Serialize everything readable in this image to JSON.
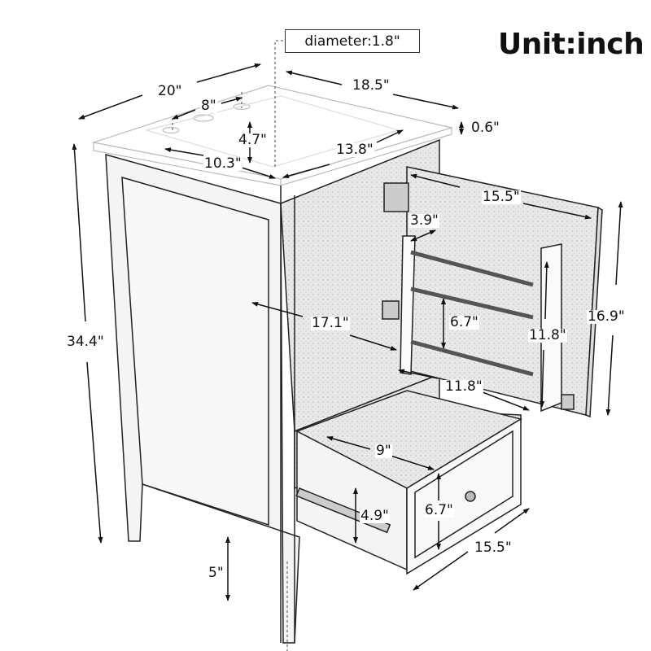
{
  "title": "Unit:inch",
  "product": "bathroom vanity with sink, door and drawer",
  "callout": {
    "text": "diameter:1.8\""
  },
  "dimensions": {
    "top_width": "20\"",
    "faucet_spacing": "8\"",
    "top_depth": "18.5\"",
    "top_thickness": "0.6\"",
    "basin_depth_from_front": "4.7\"",
    "basin_width": "10.3\"",
    "basin_length": "13.8\"",
    "door_width": "15.5\"",
    "hinge_offset": "3.9\"",
    "interior_depth": "17.1\"",
    "shelf_spacing": "6.7\"",
    "rack_height": "11.8\"",
    "rack_width": "11.8\"",
    "door_height": "16.9\"",
    "total_height": "34.4\"",
    "drawer_inner_depth": "9\"",
    "drawer_inner_height": "4.9\"",
    "drawer_front_height": "6.7\"",
    "drawer_width": "15.5\"",
    "leg_height": "5\""
  }
}
